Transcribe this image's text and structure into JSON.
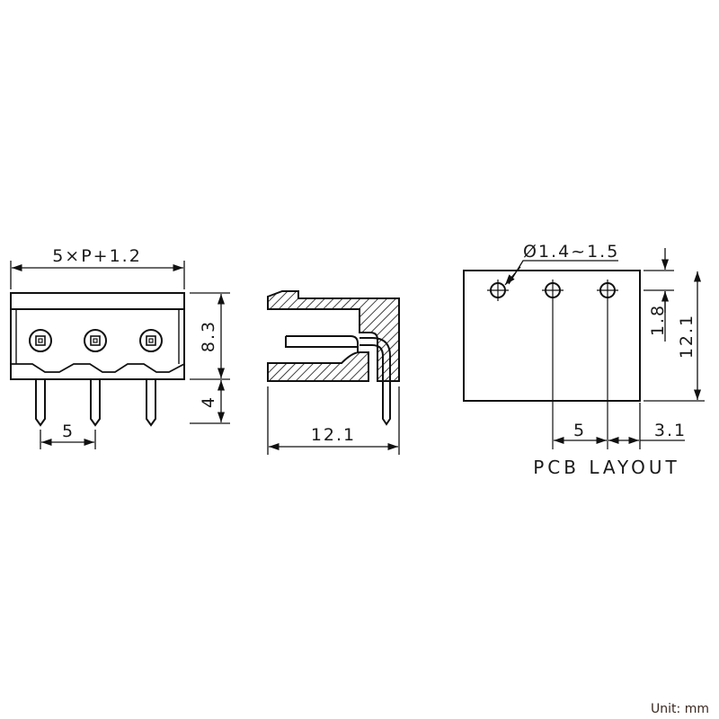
{
  "front_view": {
    "width_label": "5×P+1.2",
    "pitch_label": "5",
    "height_label": "8.3",
    "pin_label": "4"
  },
  "side_view": {
    "depth_label": "12.1"
  },
  "pcb_layout": {
    "hole_label": "Ø1.4~1.5",
    "row_offset_label": "1.8",
    "height_label": "12.1",
    "pitch_label": "5",
    "edge_label": "3.1",
    "title": "PCB LAYOUT"
  },
  "unit_label": "Unit: mm"
}
